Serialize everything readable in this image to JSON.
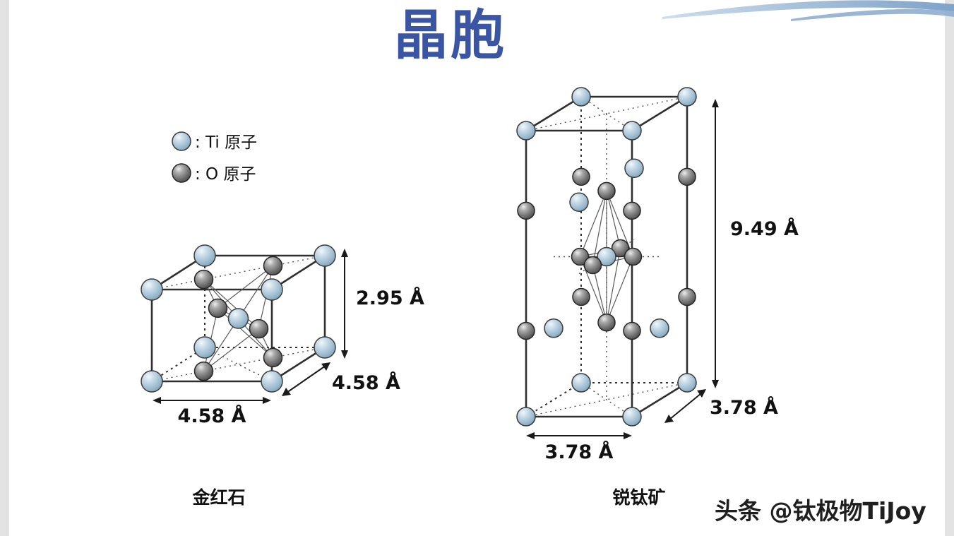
{
  "title": "晶胞",
  "legend": {
    "ti_label": ": Ti 原子",
    "o_label": ": O 原子"
  },
  "structures": {
    "rutile": {
      "name": "金红石",
      "height": "2.95 Å",
      "depth": "4.58 Å",
      "width": "4.58 Å"
    },
    "anatase": {
      "name": "锐钛矿",
      "height": "9.49 Å",
      "depth": "3.78 Å",
      "width": "3.78 Å"
    }
  },
  "watermark": "头条 @钛极物TiJoy",
  "colors": {
    "title_blue": "#3a55a3",
    "ti_atom_fill": "#aac6da",
    "o_atom_fill": "#707070",
    "swoosh_blue": "#9db9d6"
  }
}
